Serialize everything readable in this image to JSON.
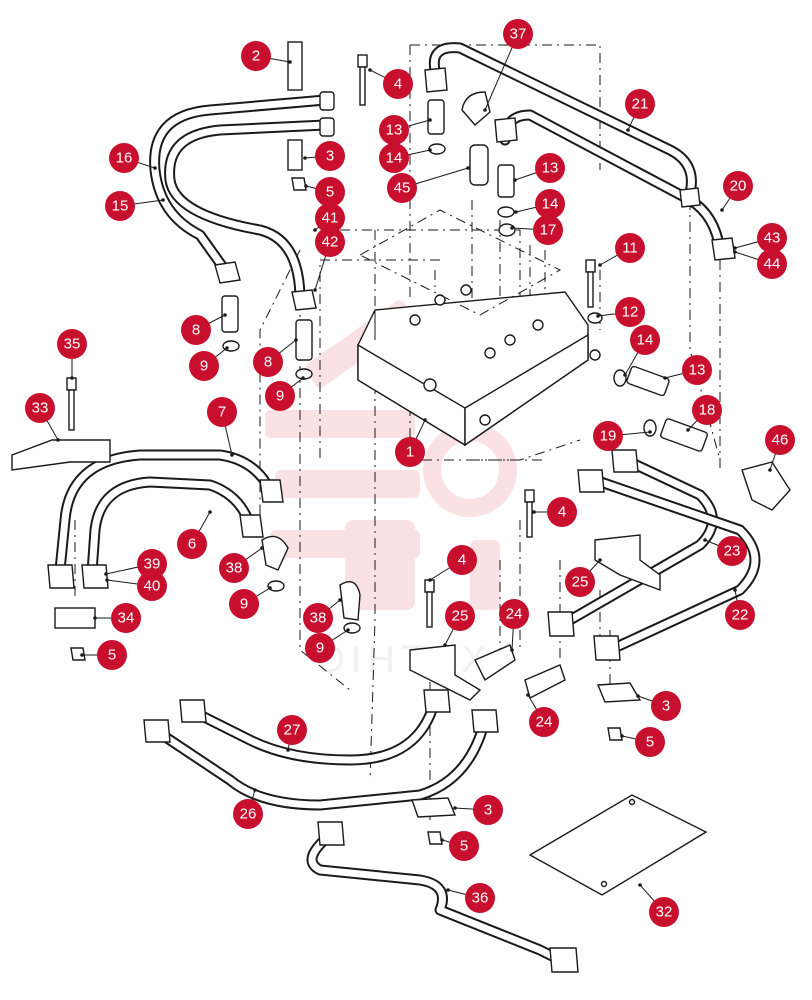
{
  "diagram": {
    "watermark_text": "DIHTEX",
    "accent_color": "#c8102e",
    "callouts": [
      {
        "label": "2"
      },
      {
        "label": "4"
      },
      {
        "label": "37"
      },
      {
        "label": "21"
      },
      {
        "label": "16"
      },
      {
        "label": "15"
      },
      {
        "label": "3"
      },
      {
        "label": "5"
      },
      {
        "label": "41"
      },
      {
        "label": "42"
      },
      {
        "label": "13"
      },
      {
        "label": "14"
      },
      {
        "label": "45"
      },
      {
        "label": "13"
      },
      {
        "label": "14"
      },
      {
        "label": "17"
      },
      {
        "label": "20"
      },
      {
        "label": "43"
      },
      {
        "label": "44"
      },
      {
        "label": "11"
      },
      {
        "label": "12"
      },
      {
        "label": "14"
      },
      {
        "label": "13"
      },
      {
        "label": "18"
      },
      {
        "label": "19"
      },
      {
        "label": "46"
      },
      {
        "label": "8"
      },
      {
        "label": "9"
      },
      {
        "label": "8"
      },
      {
        "label": "9"
      },
      {
        "label": "35"
      },
      {
        "label": "33"
      },
      {
        "label": "7"
      },
      {
        "label": "1"
      },
      {
        "label": "6"
      },
      {
        "label": "39"
      },
      {
        "label": "40"
      },
      {
        "label": "38"
      },
      {
        "label": "9"
      },
      {
        "label": "34"
      },
      {
        "label": "5"
      },
      {
        "label": "4"
      },
      {
        "label": "23"
      },
      {
        "label": "25"
      },
      {
        "label": "22"
      },
      {
        "label": "4"
      },
      {
        "label": "38"
      },
      {
        "label": "9"
      },
      {
        "label": "25"
      },
      {
        "label": "24"
      },
      {
        "label": "24"
      },
      {
        "label": "3"
      },
      {
        "label": "5"
      },
      {
        "label": "27"
      },
      {
        "label": "26"
      },
      {
        "label": "3"
      },
      {
        "label": "5"
      },
      {
        "label": "36"
      },
      {
        "label": "32"
      }
    ]
  }
}
